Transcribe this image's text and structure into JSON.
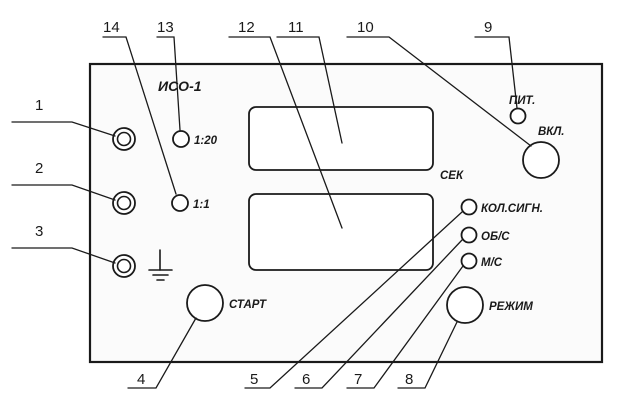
{
  "title": "ИСО-1",
  "labels": {
    "ratio_20": "1:20",
    "ratio_1": "1:1",
    "sec": "СЕК",
    "power": "ПИТ.",
    "on": "ВКЛ.",
    "count_signals": "КОЛ.СИГН.",
    "rev_s": "ОБ/С",
    "m_s": "М/С",
    "mode": "РЕЖИМ",
    "start": "СТАРТ"
  },
  "callouts": [
    "1",
    "2",
    "3",
    "4",
    "5",
    "6",
    "7",
    "8",
    "9",
    "10",
    "11",
    "12",
    "13",
    "14"
  ]
}
